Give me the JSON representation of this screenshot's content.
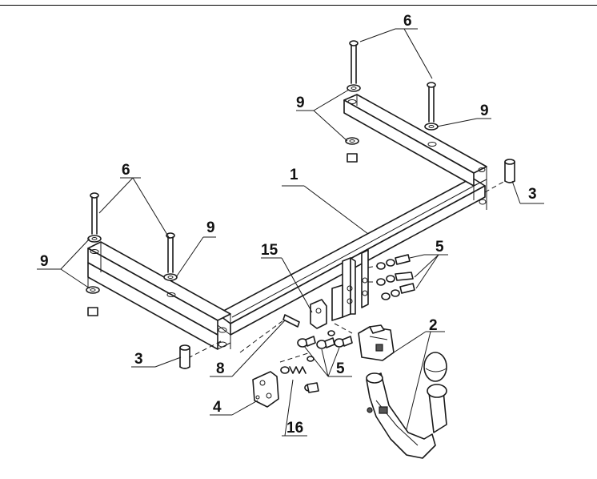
{
  "callouts": [
    {
      "id": "c1",
      "label": "1"
    },
    {
      "id": "c2",
      "label": "2"
    },
    {
      "id": "c3a",
      "label": "3"
    },
    {
      "id": "c3b",
      "label": "3"
    },
    {
      "id": "c4",
      "label": "4"
    },
    {
      "id": "c5a",
      "label": "5"
    },
    {
      "id": "c5b",
      "label": "5"
    },
    {
      "id": "c6a",
      "label": "6"
    },
    {
      "id": "c6b",
      "label": "6"
    },
    {
      "id": "c8",
      "label": "8"
    },
    {
      "id": "c9a",
      "label": "9"
    },
    {
      "id": "c9b",
      "label": "9"
    },
    {
      "id": "c9c",
      "label": "9"
    },
    {
      "id": "c9d",
      "label": "9"
    },
    {
      "id": "c15",
      "label": "15"
    },
    {
      "id": "c16",
      "label": "16"
    }
  ]
}
